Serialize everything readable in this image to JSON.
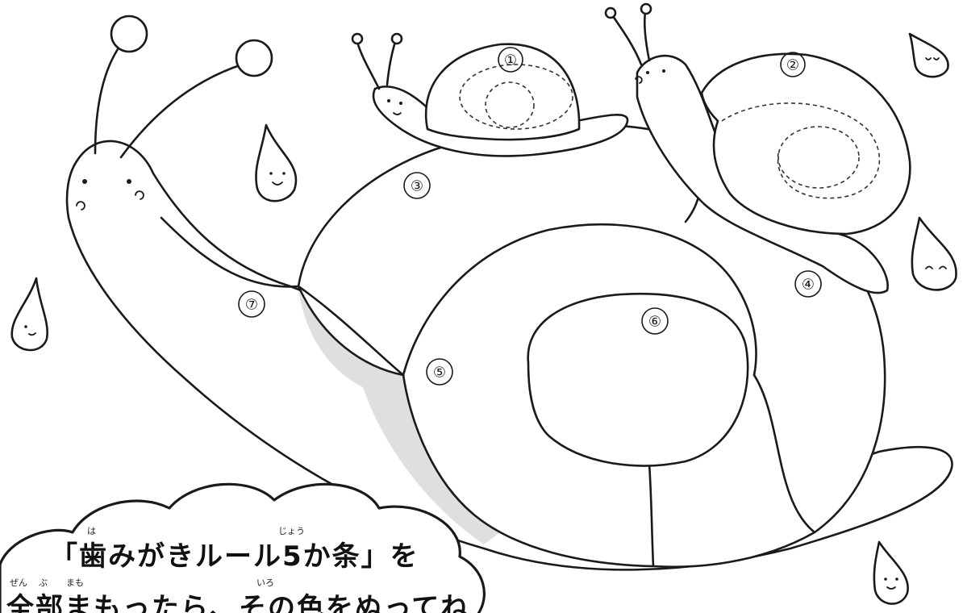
{
  "labels": {
    "n1": "①",
    "n2": "②",
    "n3": "③",
    "n4": "④",
    "n5": "⑤",
    "n6": "⑥",
    "n7": "⑦"
  },
  "cloud": {
    "line1": "「歯みがきルール5か条」を",
    "line1_ruby_ha": "は",
    "line1_ruby_jou": "じょう",
    "line2": "全部まもったら、その色をぬってね",
    "line2_ruby_zen": "ぜん",
    "line2_ruby_bu": "ぶ",
    "line2_ruby_mamo": "まも",
    "line2_ruby_iro": "いろ"
  },
  "colors": {
    "ink": "#1a1a1a",
    "shade": "#d9d9d9",
    "paper": "#ffffff"
  }
}
